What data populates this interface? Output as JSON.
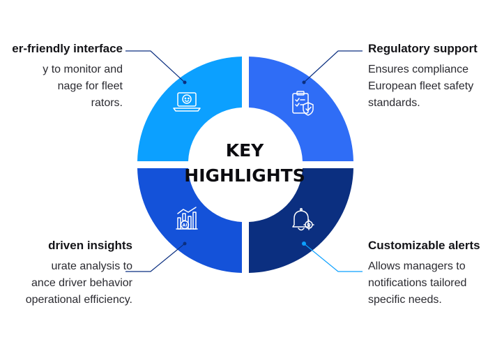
{
  "center": {
    "line1": "KEY",
    "line2": "HIGHLIGHTS"
  },
  "highlights": [
    {
      "id": "top-left",
      "title": "er-friendly interface",
      "description": "y to monitor and\nnage for fleet\nrators.",
      "icon": "laptop-smiley-icon",
      "color": "#0ca0ff"
    },
    {
      "id": "top-right",
      "title": "Regulatory support",
      "description": "Ensures compliance\nEuropean fleet safety\nstandards.",
      "icon": "clipboard-shield-icon",
      "color": "#2f6df6"
    },
    {
      "id": "bottom-left",
      "title": "driven insights",
      "description": "urate analysis to\nance driver behavior\n operational efficiency.",
      "icon": "ai-chart-icon",
      "color": "#1452d9"
    },
    {
      "id": "bottom-right",
      "title": "Customizable alerts",
      "description": "Allows managers to\nnotifications tailored\nspecific needs.",
      "icon": "bell-gear-icon",
      "color": "#0b2f80"
    }
  ],
  "colors": {
    "connector": "#0b2f80",
    "connector_light": "#0ca0ff",
    "icon_stroke": "#ffffff"
  }
}
